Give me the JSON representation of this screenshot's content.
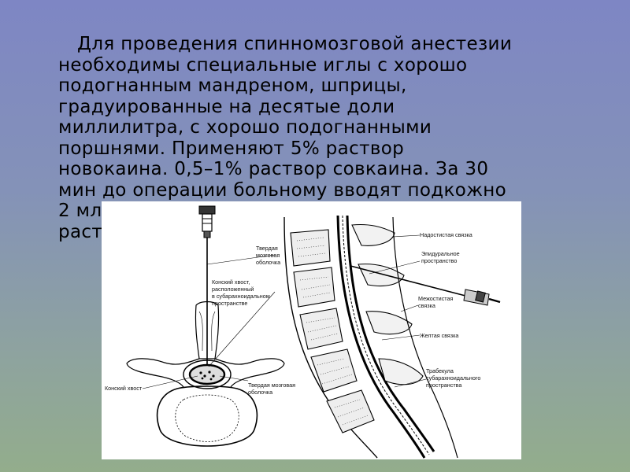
{
  "slide": {
    "paragraph_lines": [
      "Для проведения спинномозговой анестезии",
      "необходимы специальные иглы с хорошо",
      "подогнанным мандреном, шприцы,",
      "градуированные на десятые доли",
      "миллилитра, с хорошо подогнанными",
      "поршнями. Применяют 5% раствор",
      "новокаина. 0,5–1% раствор совкаина. За 30",
      "мин до операции больному вводят подкожно",
      "2 мл",
      "раст"
    ]
  },
  "figure": {
    "left_labels": {
      "dura_1": "Твердая",
      "dura_2": "мозговая",
      "dura_3": "оболочка",
      "cauda_1": "Конский хвост,",
      "cauda_2": "расположенный",
      "cauda_3": "в субарахноидальном",
      "cauda_4": "пространстве",
      "cauda_bottom": "Конский хвост",
      "dura_bottom_1": "Твердая мозговая",
      "dura_bottom_2": "оболочка"
    },
    "right_labels": {
      "supraspinous": "Надостистая связка",
      "epidural_1": "Эпидуральное",
      "epidural_2": "пространство",
      "interspinous_1": "Межостистая",
      "interspinous_2": "связка",
      "yellow": "Желтая связка",
      "trabecula_1": "Трабекула",
      "trabecula_2": "субарахноидального",
      "trabecula_3": "пространства"
    }
  }
}
